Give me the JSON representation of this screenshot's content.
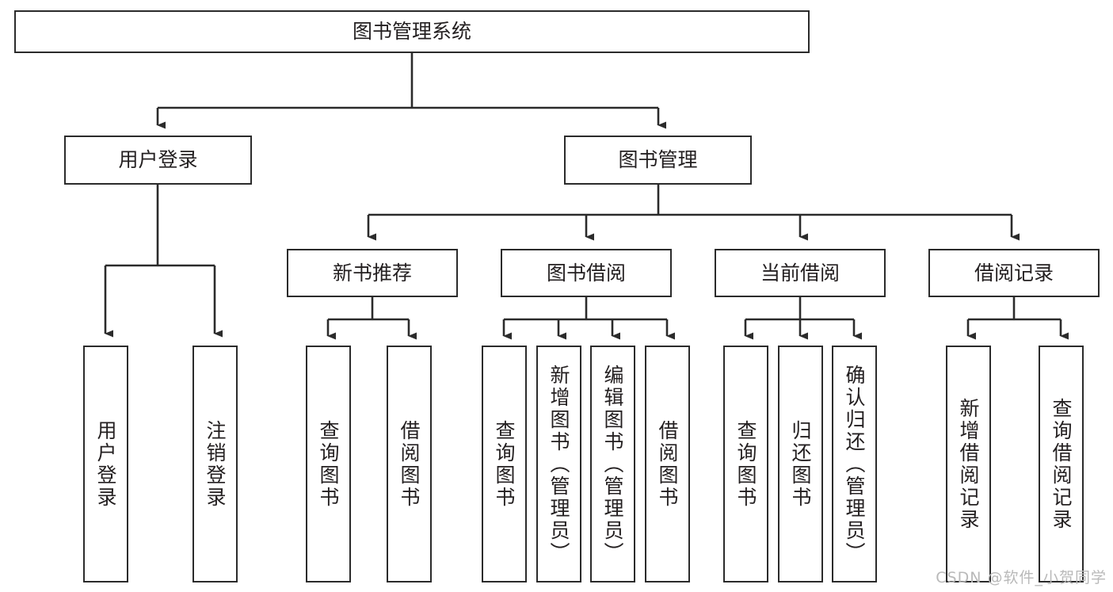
{
  "diagram": {
    "title": "图书管理系统",
    "type": "tree-hierarchy",
    "colors": {
      "stroke": "#2b2b2b",
      "fill": "#ffffff",
      "text": "#231f20",
      "watermark": "#b9b9b9"
    },
    "root": {
      "label": "图书管理系统"
    },
    "level2": [
      {
        "label": "用户登录"
      },
      {
        "label": "图书管理"
      }
    ],
    "level3": [
      {
        "label": "新书推荐"
      },
      {
        "label": "图书借阅"
      },
      {
        "label": "当前借阅"
      },
      {
        "label": "借阅记录"
      }
    ],
    "leaves": {
      "user_login": [
        {
          "label": "用户登录"
        },
        {
          "label": "注销登录"
        }
      ],
      "new_book": [
        {
          "label": "查询图书"
        },
        {
          "label": "借阅图书"
        }
      ],
      "book_borrow": [
        {
          "label": "查询图书"
        },
        {
          "label": "新增图书（管理员）"
        },
        {
          "label": "编辑图书（管理员）"
        },
        {
          "label": "借阅图书"
        }
      ],
      "current_borrow": [
        {
          "label": "查询图书"
        },
        {
          "label": "归还图书"
        },
        {
          "label": "确认归还（管理员）"
        }
      ],
      "borrow_record": [
        {
          "label": "新增借阅记录"
        },
        {
          "label": "查询借阅记录"
        }
      ]
    }
  },
  "watermark": {
    "text": "CSDN @软件_小贺同学"
  }
}
